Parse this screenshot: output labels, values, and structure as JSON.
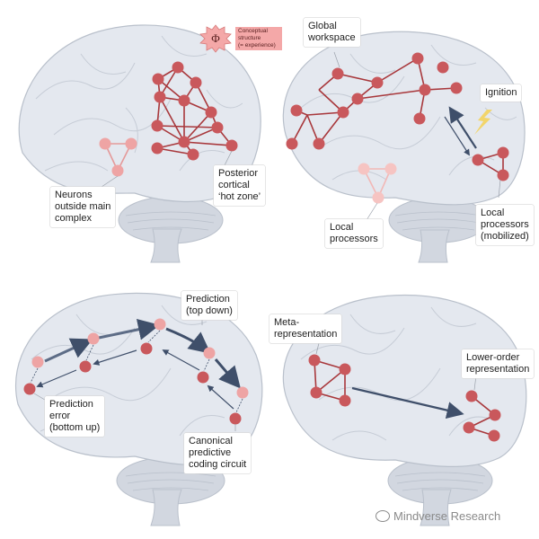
{
  "panels": {
    "iit": {
      "posterior_hot_zone": "Posterior\ncortical\n‘hot zone’",
      "outside_complex": "Neurons\noutside main\ncomplex",
      "phi_symbol": "Φ",
      "phi_caption": "Conceptual\nstructure\n(= experience)"
    },
    "gwt": {
      "global_workspace": "Global\nworkspace",
      "ignition": "Ignition",
      "local_processors": "Local\nprocessors",
      "local_processors_mobilized": "Local\nprocessors\n(mobilized)"
    },
    "predictive": {
      "prediction_top_down": "Prediction\n(top down)",
      "prediction_error": "Prediction\nerror\n(bottom up)",
      "canonical_circuit": "Canonical\npredictive\ncoding circuit"
    },
    "hot": {
      "meta_representation": "Meta-\nrepresentation",
      "lower_order": "Lower-order\nrepresentation"
    }
  },
  "watermark": "Mindverse Research",
  "colors": {
    "brain_fill": "#e4e8ef",
    "brain_stroke": "#b9c0cb",
    "node_dark": "#c9585c",
    "node_light": "#eea4a4",
    "node_pale": "#f6c4c2",
    "edge": "#a8383c",
    "arrow": "#3f4f6a",
    "ignition": "#f2d56b"
  }
}
